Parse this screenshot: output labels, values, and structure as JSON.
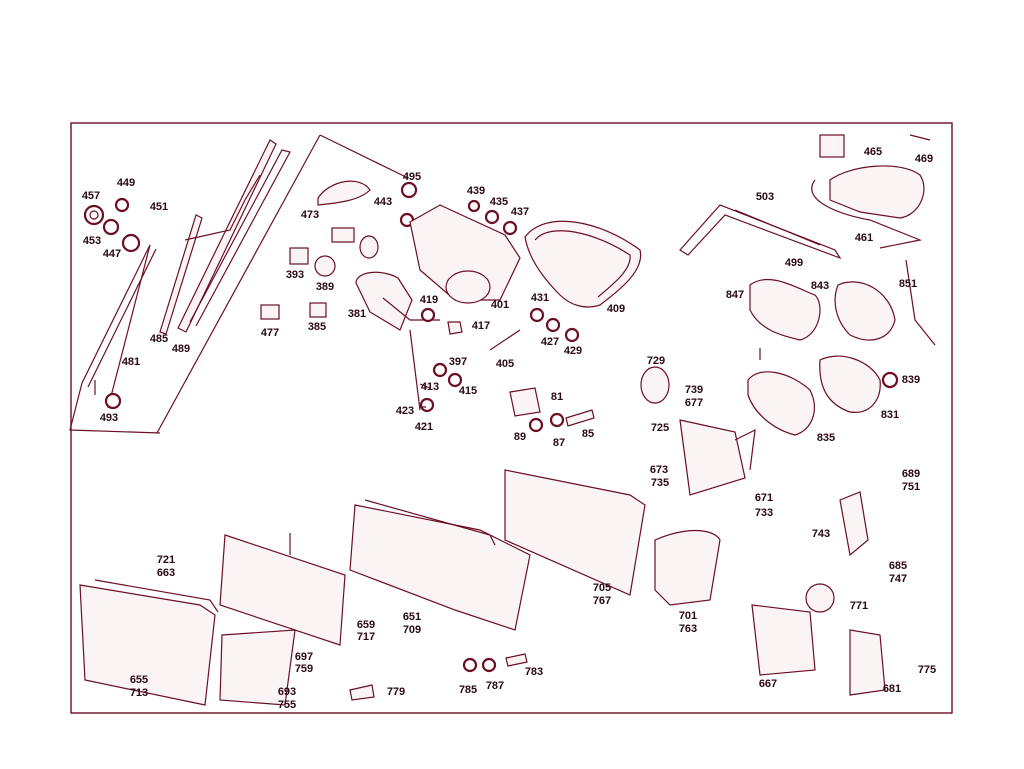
{
  "colors": {
    "ink": "#6b0f24",
    "label": "#2a0a10",
    "background": "#ffffff"
  },
  "diagram": {
    "type": "exploded-parts-diagram",
    "part_numbers": [
      "495",
      "473",
      "443",
      "449",
      "457",
      "451",
      "453",
      "447",
      "439",
      "435",
      "437",
      "419",
      "417",
      "401",
      "409",
      "431",
      "427",
      "429",
      "393",
      "389",
      "477",
      "385",
      "381",
      "397",
      "405",
      "413",
      "415",
      "423",
      "421",
      "485",
      "489",
      "481",
      "493",
      "81",
      "89",
      "87",
      "85",
      "503",
      "499",
      "465",
      "469",
      "461",
      "847",
      "843",
      "851",
      "729",
      "739",
      "677",
      "839",
      "831",
      "835",
      "725",
      "673",
      "735",
      "671",
      "733",
      "689",
      "751",
      "743",
      "685",
      "747",
      "771",
      "667",
      "681",
      "775",
      "721",
      "663",
      "655",
      "713",
      "697",
      "759",
      "693",
      "755",
      "779",
      "659",
      "717",
      "651",
      "709",
      "785",
      "787",
      "783",
      "705",
      "767",
      "701",
      "763"
    ]
  }
}
